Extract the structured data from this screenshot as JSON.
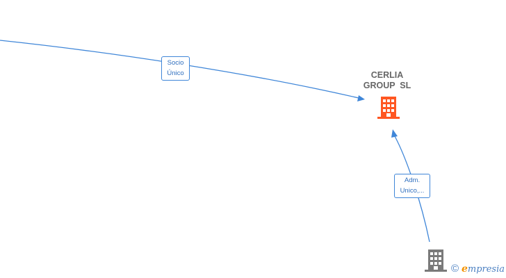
{
  "nodes": {
    "company": {
      "line1": "CERLIA",
      "line2": "GROUP  SL",
      "icon": "building-icon",
      "color": "#ff5722"
    },
    "admin_entity": {
      "icon": "building-icon",
      "color": "#7a7a7a"
    }
  },
  "edges": {
    "socio_unico": {
      "line1": "Socio",
      "line2": "Único"
    },
    "adm_unico": {
      "line1": "Adm.",
      "line2": "Unico,..."
    }
  },
  "watermark": {
    "copyright": "©",
    "brand_first": "e",
    "brand_rest": "mpresia"
  },
  "colors": {
    "edge": "#3f86d8",
    "company_icon": "#ff5722",
    "entity_icon": "#7a7a7a"
  }
}
